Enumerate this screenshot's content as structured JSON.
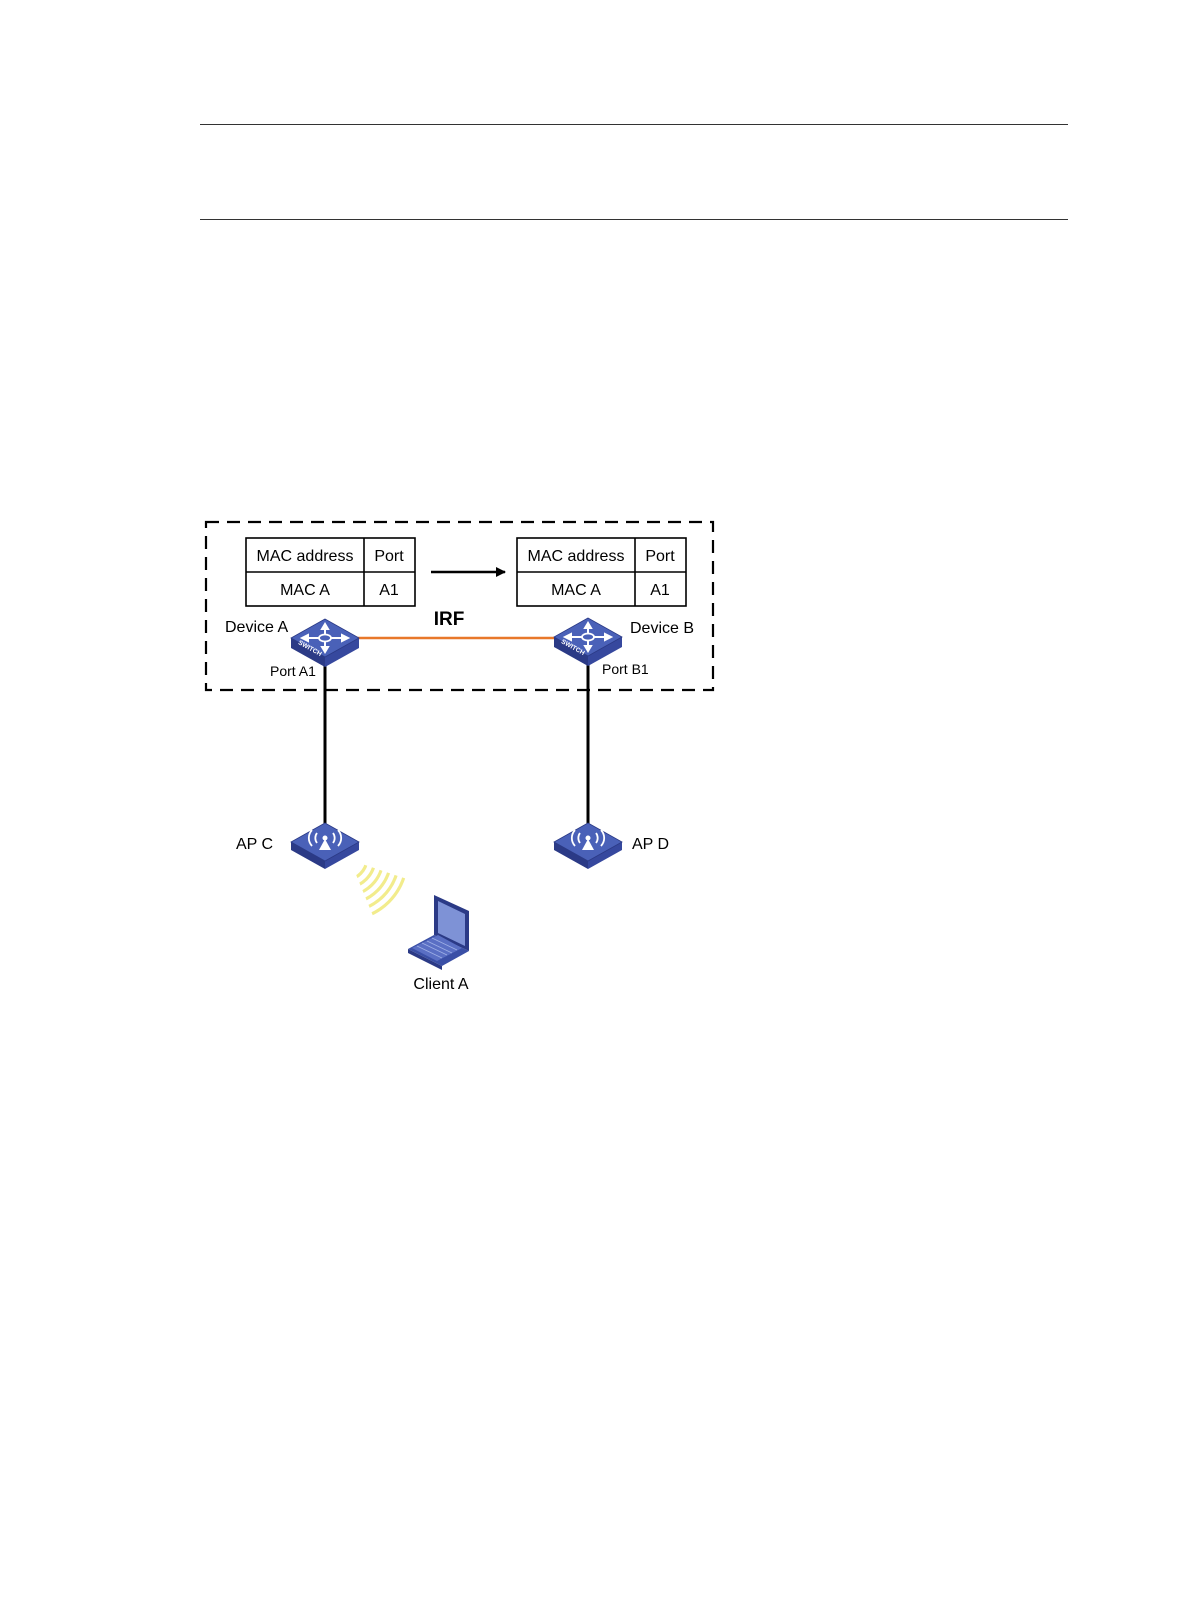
{
  "diagram": {
    "left_table": {
      "header": [
        "MAC address",
        "Port"
      ],
      "row": [
        "MAC A",
        "A1"
      ]
    },
    "right_table": {
      "header": [
        "MAC address",
        "Port"
      ],
      "row": [
        "MAC A",
        "A1"
      ]
    },
    "irf_label": "IRF",
    "device_a": {
      "name": "Device A",
      "port": "Port A1"
    },
    "device_b": {
      "name": "Device B",
      "port": "Port B1"
    },
    "ap_c": "AP C",
    "ap_d": "AP D",
    "client_a": "Client A",
    "switch_badge": "SWITCH",
    "colors": {
      "irf_link": "#e8782a",
      "device_top": "#4a61b8",
      "device_side": "#2b3a86",
      "device_face": "#36489e",
      "wireless_waves": "#f2ec8c",
      "laptop": "#3a4fa6"
    }
  }
}
